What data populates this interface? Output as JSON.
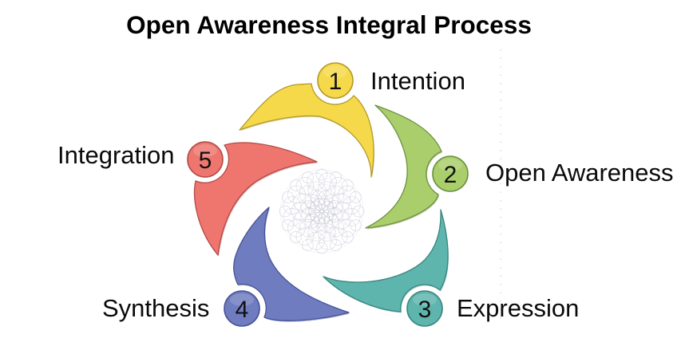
{
  "title": "Open Awareness Integral Process",
  "steps": [
    {
      "number": "1",
      "label": "Intention",
      "color": "#F6D94B",
      "border": "#B39A2A"
    },
    {
      "number": "2",
      "label": "Open Awareness",
      "color": "#A9CE6B",
      "border": "#6E9142"
    },
    {
      "number": "3",
      "label": "Expression",
      "color": "#5DB5AD",
      "border": "#3A8680"
    },
    {
      "number": "4",
      "label": "Synthesis",
      "color": "#6F7CBF",
      "border": "#475396"
    },
    {
      "number": "5",
      "label": "Integration",
      "color": "#EE766F",
      "border": "#B44B46"
    }
  ],
  "center": {
    "icon": "mandala-ornament",
    "stroke_color": "#B9B9CC"
  },
  "guide_line_color": "#D2D2D2"
}
